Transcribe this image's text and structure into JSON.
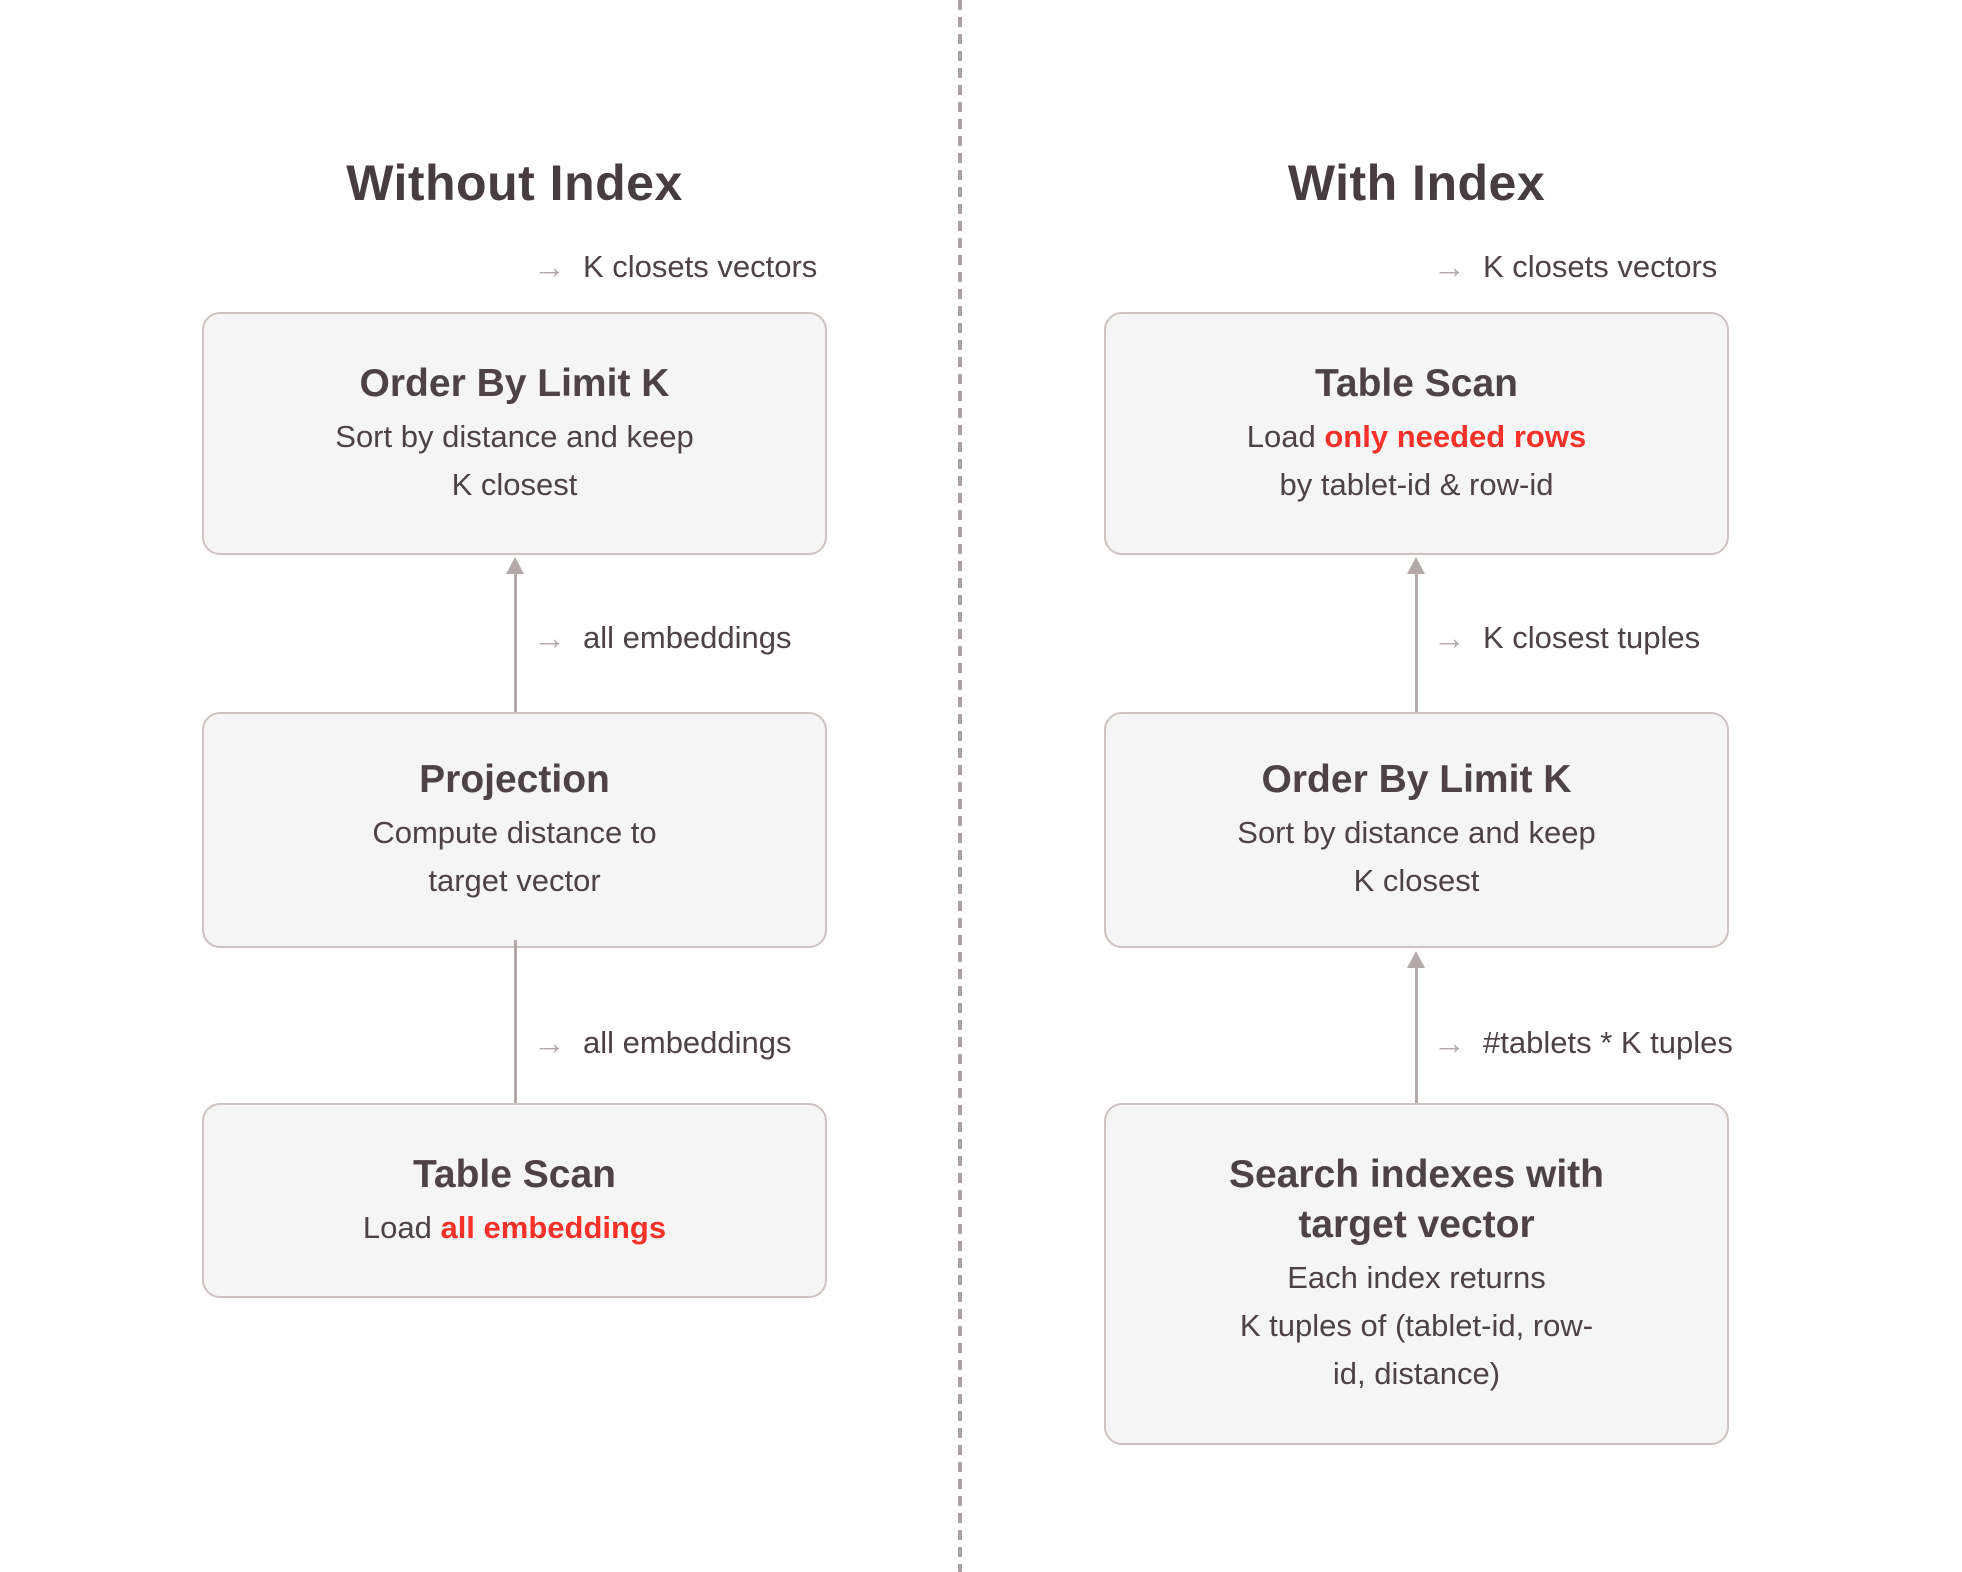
{
  "colors": {
    "background": "#ffffff",
    "box_fill": "#f6f5f5",
    "box_border": "#cdc3c0",
    "text": "#4d4246",
    "title": "#473d41",
    "red": "#f93129",
    "line": "#b3a9a9",
    "divider": "#aaa1a3"
  },
  "glyphs": {
    "flow_arrow": "→"
  },
  "left": {
    "title": "Without Index",
    "labels": {
      "top": "K closets vectors",
      "mid": "all embeddings",
      "bottom": "all embeddings"
    },
    "boxes": {
      "order_by": {
        "title": "Order By Limit K",
        "line1": "Sort by distance and keep",
        "line2": "K closest"
      },
      "projection": {
        "title": "Projection",
        "line1": "Compute distance to",
        "line2": "target vector"
      },
      "table_scan": {
        "title": "Table Scan",
        "load_prefix": "Load ",
        "load_red": "all embeddings"
      }
    }
  },
  "right": {
    "title": "With Index",
    "labels": {
      "top": "K closets vectors",
      "mid": "K closest tuples",
      "bottom": "#tablets * K tuples"
    },
    "boxes": {
      "table_scan": {
        "title": "Table Scan",
        "load_prefix": "Load ",
        "load_red": "only needed rows",
        "line2": "by tablet-id & row-id"
      },
      "order_by": {
        "title": "Order By Limit K",
        "line1": "Sort by distance and keep",
        "line2": "K closest"
      },
      "search_indexes": {
        "title_line1": "Search indexes with",
        "title_line2": "target vector",
        "line1": "Each index returns",
        "line2": "K tuples of (tablet-id, row-",
        "line3": "id, distance)"
      }
    }
  }
}
